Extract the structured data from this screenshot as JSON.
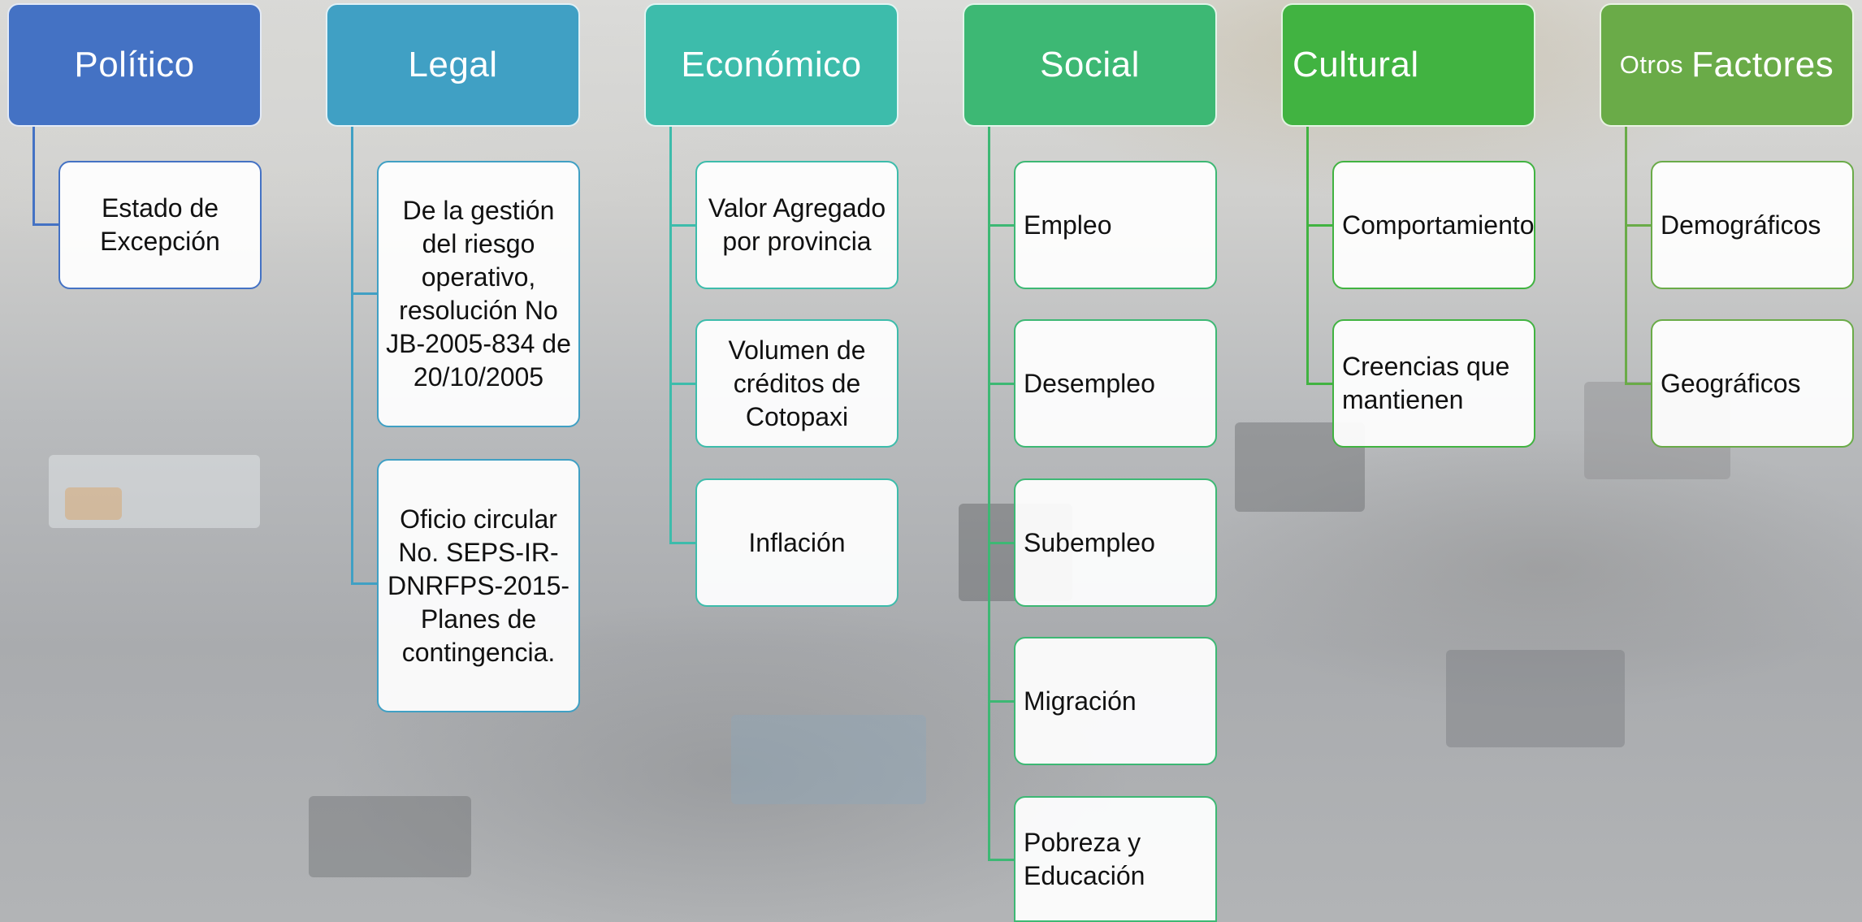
{
  "colors": {
    "politico": "#4472c4",
    "legal": "#40a0c4",
    "economico": "#3dbcab",
    "social": "#3db874",
    "cultural": "#41b341",
    "otros": "#6aab48"
  },
  "columns": [
    {
      "id": "politico",
      "header": {
        "label": "Político"
      },
      "items": [
        "Estado de Excepción"
      ]
    },
    {
      "id": "legal",
      "header": {
        "label": "Legal"
      },
      "items": [
        "De la gestión del riesgo operativo, resolución No JB-2005-834 de 20/10/2005",
        "Oficio circular No. SEPS-IR-DNRFPS-2015- Planes de contingencia."
      ]
    },
    {
      "id": "economico",
      "header": {
        "label": "Económico"
      },
      "items": [
        "Valor Agregado por provincia",
        "Volumen de créditos de Cotopaxi",
        "Inflación"
      ]
    },
    {
      "id": "social",
      "header": {
        "label": "Social"
      },
      "items": [
        "Empleo",
        "Desempleo",
        "Subempleo",
        "Migración",
        "Pobreza y Educación"
      ]
    },
    {
      "id": "cultural",
      "header": {
        "label": "Cultural"
      },
      "items": [
        "Comportamiento",
        "Creencias que mantienen"
      ]
    },
    {
      "id": "otros",
      "header": {
        "small": "Otros",
        "label": "Factores"
      },
      "items": [
        "Demográficos",
        "Geográficos"
      ]
    }
  ]
}
